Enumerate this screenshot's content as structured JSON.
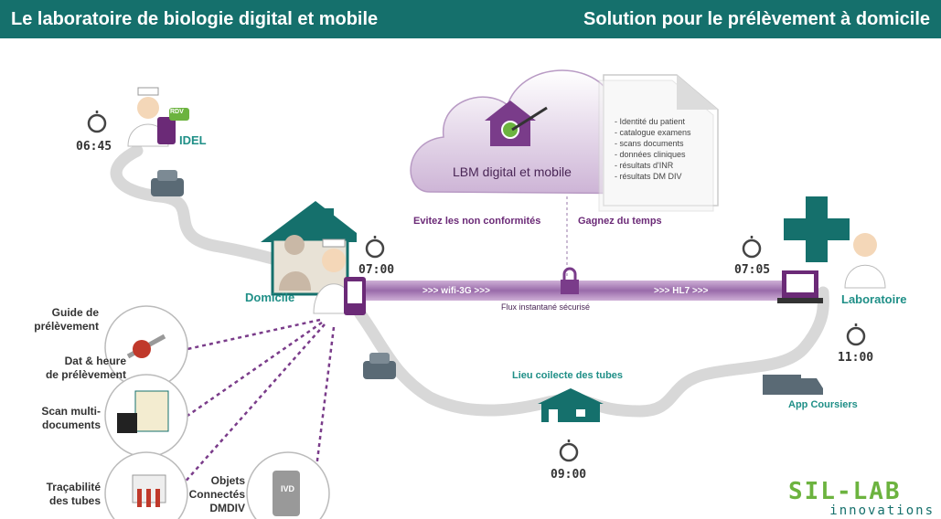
{
  "header": {
    "left_title": "Le laboratoire de biologie digital et mobile",
    "right_title": "Solution pour le prélèvement à domicile"
  },
  "cloud": {
    "title": "LBM digital et mobile",
    "document_items": [
      "- Identité du patient",
      "- catalogue examens",
      "- scans documents",
      "- données cliniques",
      "- résultats d'INR",
      "- résultats DM DIV"
    ]
  },
  "labels": {
    "idel": "IDEL",
    "rdv": "RDV",
    "domicile": "Domicile",
    "laboratoire": "Laboratoire",
    "lieu_collecte": "Lieu coilecte des tubes",
    "app_coursiers": "App Coursiers",
    "evitez": "Evitez les non conformités",
    "gagnez": "Gagnez du temps",
    "flux": "Flux instantané sécurisé",
    "wifi": ">>> wifi-3G >>>",
    "hl7": ">>> HL7 >>>",
    "ivd": "IVD"
  },
  "times": {
    "t1": "06:45",
    "t2": "07:00",
    "t3": "07:05",
    "t4": "11:00",
    "t5": "09:00"
  },
  "features": {
    "guide": [
      "Guide de",
      "prélèvement"
    ],
    "dat": [
      "Dat & heure",
      "de prélèvement"
    ],
    "scan": [
      "Scan multi-",
      "documents"
    ],
    "tracabilite": [
      "Traçabilité",
      "des tubes"
    ],
    "objets": [
      "Objets",
      "Connectés",
      "DMDIV"
    ]
  },
  "logo": {
    "line1": "SIL-LAB",
    "line2": "innovations"
  },
  "colors": {
    "teal": "#15706c",
    "purple": "#6b2a77",
    "green": "#6cb33f",
    "red": "#c0392b"
  }
}
